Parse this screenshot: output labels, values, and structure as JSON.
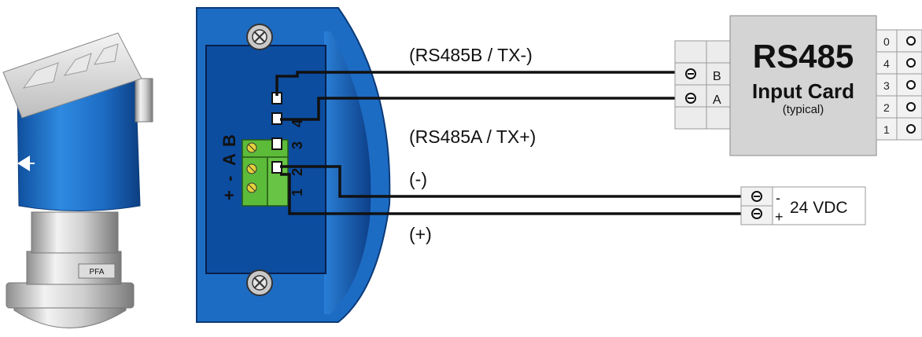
{
  "wires": {
    "rs485b": "(RS485B / TX-)",
    "rs485a": "(RS485A / TX+)",
    "minus": "(-)",
    "plus": "(+)"
  },
  "terminal_block": {
    "signs": [
      "+",
      "-",
      "A",
      "B"
    ],
    "numbers": [
      "1",
      "2",
      "3",
      "4"
    ]
  },
  "input_card": {
    "title": "RS485",
    "subtitle": "Input Card",
    "note": "(typical)",
    "left_terminals": [
      "B",
      "A"
    ],
    "right_terminals": [
      "0",
      "4",
      "3",
      "2",
      "1"
    ]
  },
  "power": {
    "label": "24 VDC",
    "minus": "-",
    "plus": "+"
  },
  "sensor": {
    "badge": "PFA"
  },
  "colors": {
    "housing_blue": "#1f6fc6",
    "housing_dark": "#0e3f86",
    "terminal_green": "#5dbb3a",
    "card_gray": "#d4d4d4",
    "wire": "#111111"
  }
}
